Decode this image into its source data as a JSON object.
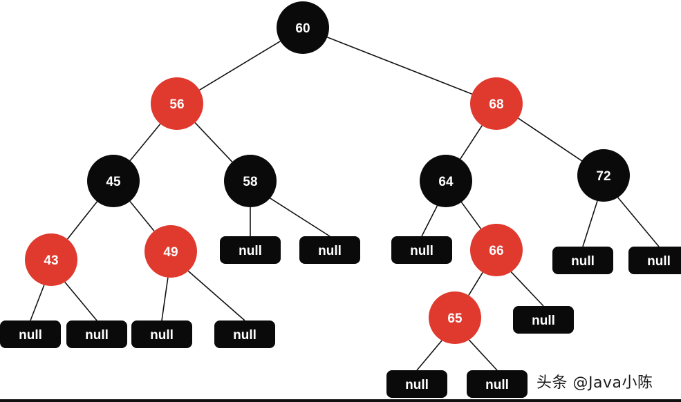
{
  "colors": {
    "red": "#e0392e",
    "black": "#0a0a0a",
    "null_box": "#0a0a0a",
    "text": "#ffffff"
  },
  "nodes": [
    {
      "id": "n60",
      "label": "60",
      "color": "black"
    },
    {
      "id": "n56",
      "label": "56",
      "color": "red"
    },
    {
      "id": "n68",
      "label": "68",
      "color": "red"
    },
    {
      "id": "n45",
      "label": "45",
      "color": "black"
    },
    {
      "id": "n58",
      "label": "58",
      "color": "black"
    },
    {
      "id": "n64",
      "label": "64",
      "color": "black"
    },
    {
      "id": "n72",
      "label": "72",
      "color": "black"
    },
    {
      "id": "n43",
      "label": "43",
      "color": "red"
    },
    {
      "id": "n49",
      "label": "49",
      "color": "red"
    },
    {
      "id": "n66",
      "label": "66",
      "color": "red"
    },
    {
      "id": "n65",
      "label": "65",
      "color": "red"
    }
  ],
  "nulls": [
    {
      "id": "null43L",
      "label": "null"
    },
    {
      "id": "null43R",
      "label": "null"
    },
    {
      "id": "null49L",
      "label": "null"
    },
    {
      "id": "null49R",
      "label": "null"
    },
    {
      "id": "null58L",
      "label": "null"
    },
    {
      "id": "null58R",
      "label": "null"
    },
    {
      "id": "null64L",
      "label": "null"
    },
    {
      "id": "null66R",
      "label": "null"
    },
    {
      "id": "null65L",
      "label": "null"
    },
    {
      "id": "null65R",
      "label": "null"
    },
    {
      "id": "null72L",
      "label": "null"
    },
    {
      "id": "null72R",
      "label": "null"
    }
  ],
  "edges": [
    [
      "n60",
      "n56"
    ],
    [
      "n60",
      "n68"
    ],
    [
      "n56",
      "n45"
    ],
    [
      "n56",
      "n58"
    ],
    [
      "n68",
      "n64"
    ],
    [
      "n68",
      "n72"
    ],
    [
      "n45",
      "n43"
    ],
    [
      "n45",
      "n49"
    ],
    [
      "n43",
      "null43L"
    ],
    [
      "n43",
      "null43R"
    ],
    [
      "n49",
      "null49L"
    ],
    [
      "n49",
      "null49R"
    ],
    [
      "n58",
      "null58L"
    ],
    [
      "n58",
      "null58R"
    ],
    [
      "n64",
      "null64L"
    ],
    [
      "n64",
      "n66"
    ],
    [
      "n66",
      "n65"
    ],
    [
      "n66",
      "null66R"
    ],
    [
      "n65",
      "null65L"
    ],
    [
      "n65",
      "null65R"
    ],
    [
      "n72",
      "null72L"
    ],
    [
      "n72",
      "null72R"
    ]
  ],
  "watermark": "头条 @Java小陈"
}
